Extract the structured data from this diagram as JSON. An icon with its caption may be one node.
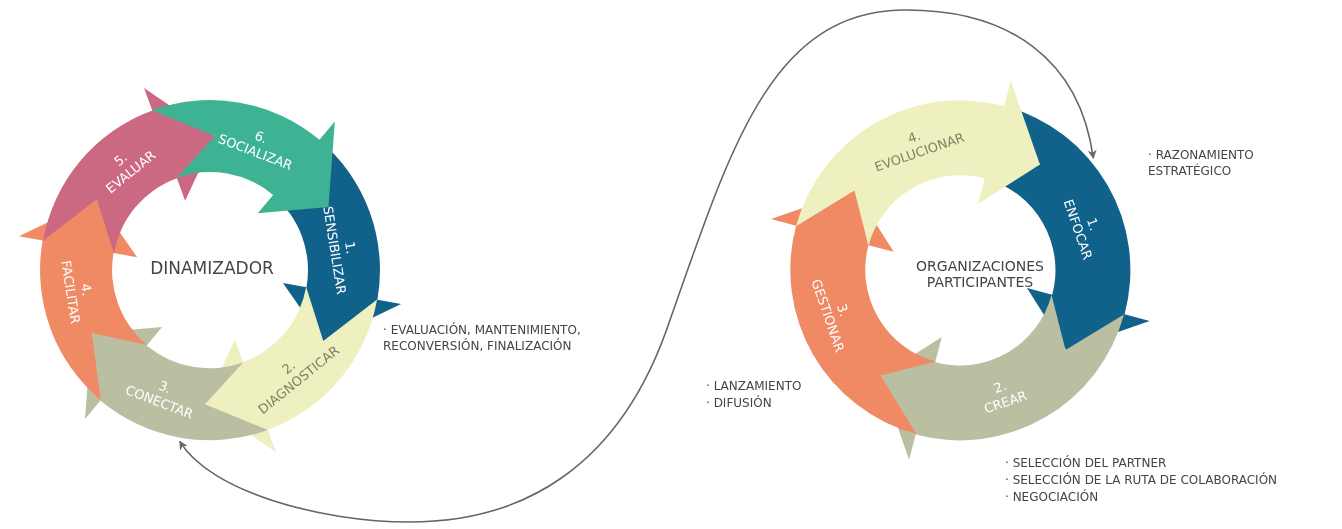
{
  "diagram": {
    "nodes": [
      {
        "text": [
          "1. SENSIBILIZAR"
        ]
      },
      {
        "text": [
          "2. DIAGNOSTICAR"
        ]
      },
      {
        "text": [
          "3. CONECTAR"
        ]
      },
      {
        "text": [
          "4. FACILITAR"
        ]
      },
      {
        "text": [
          "5. EVALUAR"
        ]
      },
      {
        "text": [
          "6. SOCIALIZAR"
        ]
      },
      {
        "text": [
          "1. ENFOCAR"
        ],
        "beside": [
          "· RAZONAMIENTO ESTRATÉGICO"
        ]
      },
      {
        "text": [
          "2. CREAR"
        ],
        "beside": [
          "· SELECCIÓN DEL PARTNER",
          "· SELECCIÓN DE LA RUTA DE COLABORACIÓN",
          "· NEGOCIACIÓN"
        ]
      },
      {
        "text": [
          "3. GESTIONAR"
        ],
        "beside": [
          "· LANZAMIENTO",
          "· DIFUSIÓN"
        ]
      },
      {
        "text": [
          "4. EVOLUCIONAR"
        ]
      }
    ],
    "edges": [
      {
        "from": 6,
        "to": 2,
        "arrow": "both"
      }
    ],
    "labels": [
      "DINAMIZADOR",
      "· EVALUACIÓN, MANTENIMIENTO, RECONVERSIÓN, FINALIZACIÓN",
      "ORGANIZACIONES PARTICIPANTES"
    ]
  }
}
